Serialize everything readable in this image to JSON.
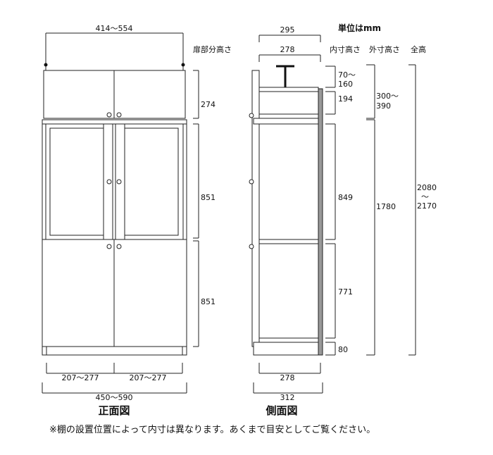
{
  "unit": "単位はmm",
  "column_headers": {
    "door_height": "扉部分高さ",
    "inner_height": "内寸高さ",
    "outer_height": "外寸高さ",
    "total_height": "全高"
  },
  "front_view": {
    "title": "正面図",
    "top_width": "414～554",
    "door_heights": [
      "274",
      "851",
      "851"
    ],
    "door_widths": [
      "207～277",
      "207～277"
    ],
    "total_width": "450～590"
  },
  "side_view": {
    "title": "側面図",
    "outer_depth": "295",
    "inner_depth_top": "278",
    "inner_depth_bottom": "278",
    "total_depth": "312",
    "inner_heights": [
      "70～\n160",
      "194",
      "849",
      "771",
      "80"
    ],
    "outer_heights": [
      "300～\n390",
      "1780"
    ],
    "total_height": "2080\n～\n2170"
  },
  "footnote": "※棚の設置位置によって内寸は異なります。あくまで目安としてご覧ください。"
}
